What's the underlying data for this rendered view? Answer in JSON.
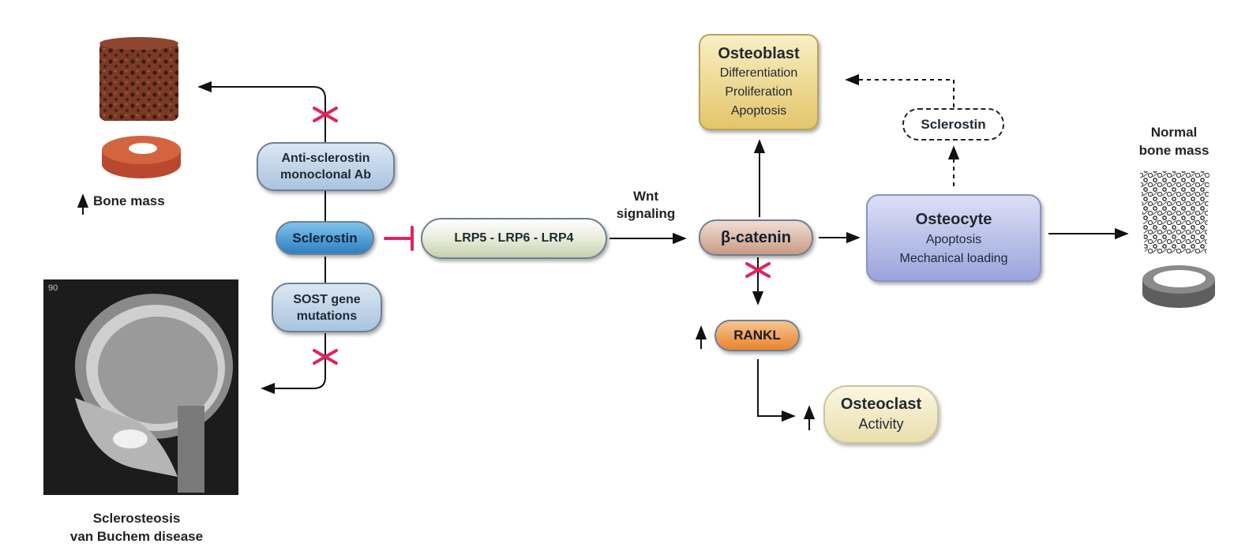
{
  "left": {
    "bone_mass_label": "Bone mass",
    "antibody": [
      "Anti-sclerostin",
      "monoclonal Ab"
    ],
    "sclerostin": "Sclerostin",
    "sost": [
      "SOST gene",
      "mutations"
    ],
    "disease": [
      "Sclerosteosis",
      "van Buchem disease"
    ]
  },
  "center": {
    "receptor": "LRP5 - LRP6 - LRP4",
    "wnt": [
      "Wnt",
      "signaling"
    ],
    "beta_catenin": "β-catenin",
    "rankl": "RANKL"
  },
  "osteoblast": {
    "title": "Osteoblast",
    "lines": [
      "Differentiation",
      "Proliferation",
      "Apoptosis"
    ]
  },
  "sclerostin_dashed": "Sclerostin",
  "osteocyte": {
    "title": "Osteocyte",
    "lines": [
      "Apoptosis",
      "Mechanical loading"
    ]
  },
  "osteoclast": {
    "title": "Osteoclast",
    "line": "Activity"
  },
  "right": {
    "normal": [
      "Normal",
      "bone mass"
    ]
  },
  "colors": {
    "inhibit": "#e0245e",
    "arrow": "#111111"
  },
  "icons": [
    "bone-core-icon",
    "bone-ring-icon",
    "skull-xray-image",
    "trabecular-bone-icon",
    "bone-ring-gray-icon"
  ]
}
